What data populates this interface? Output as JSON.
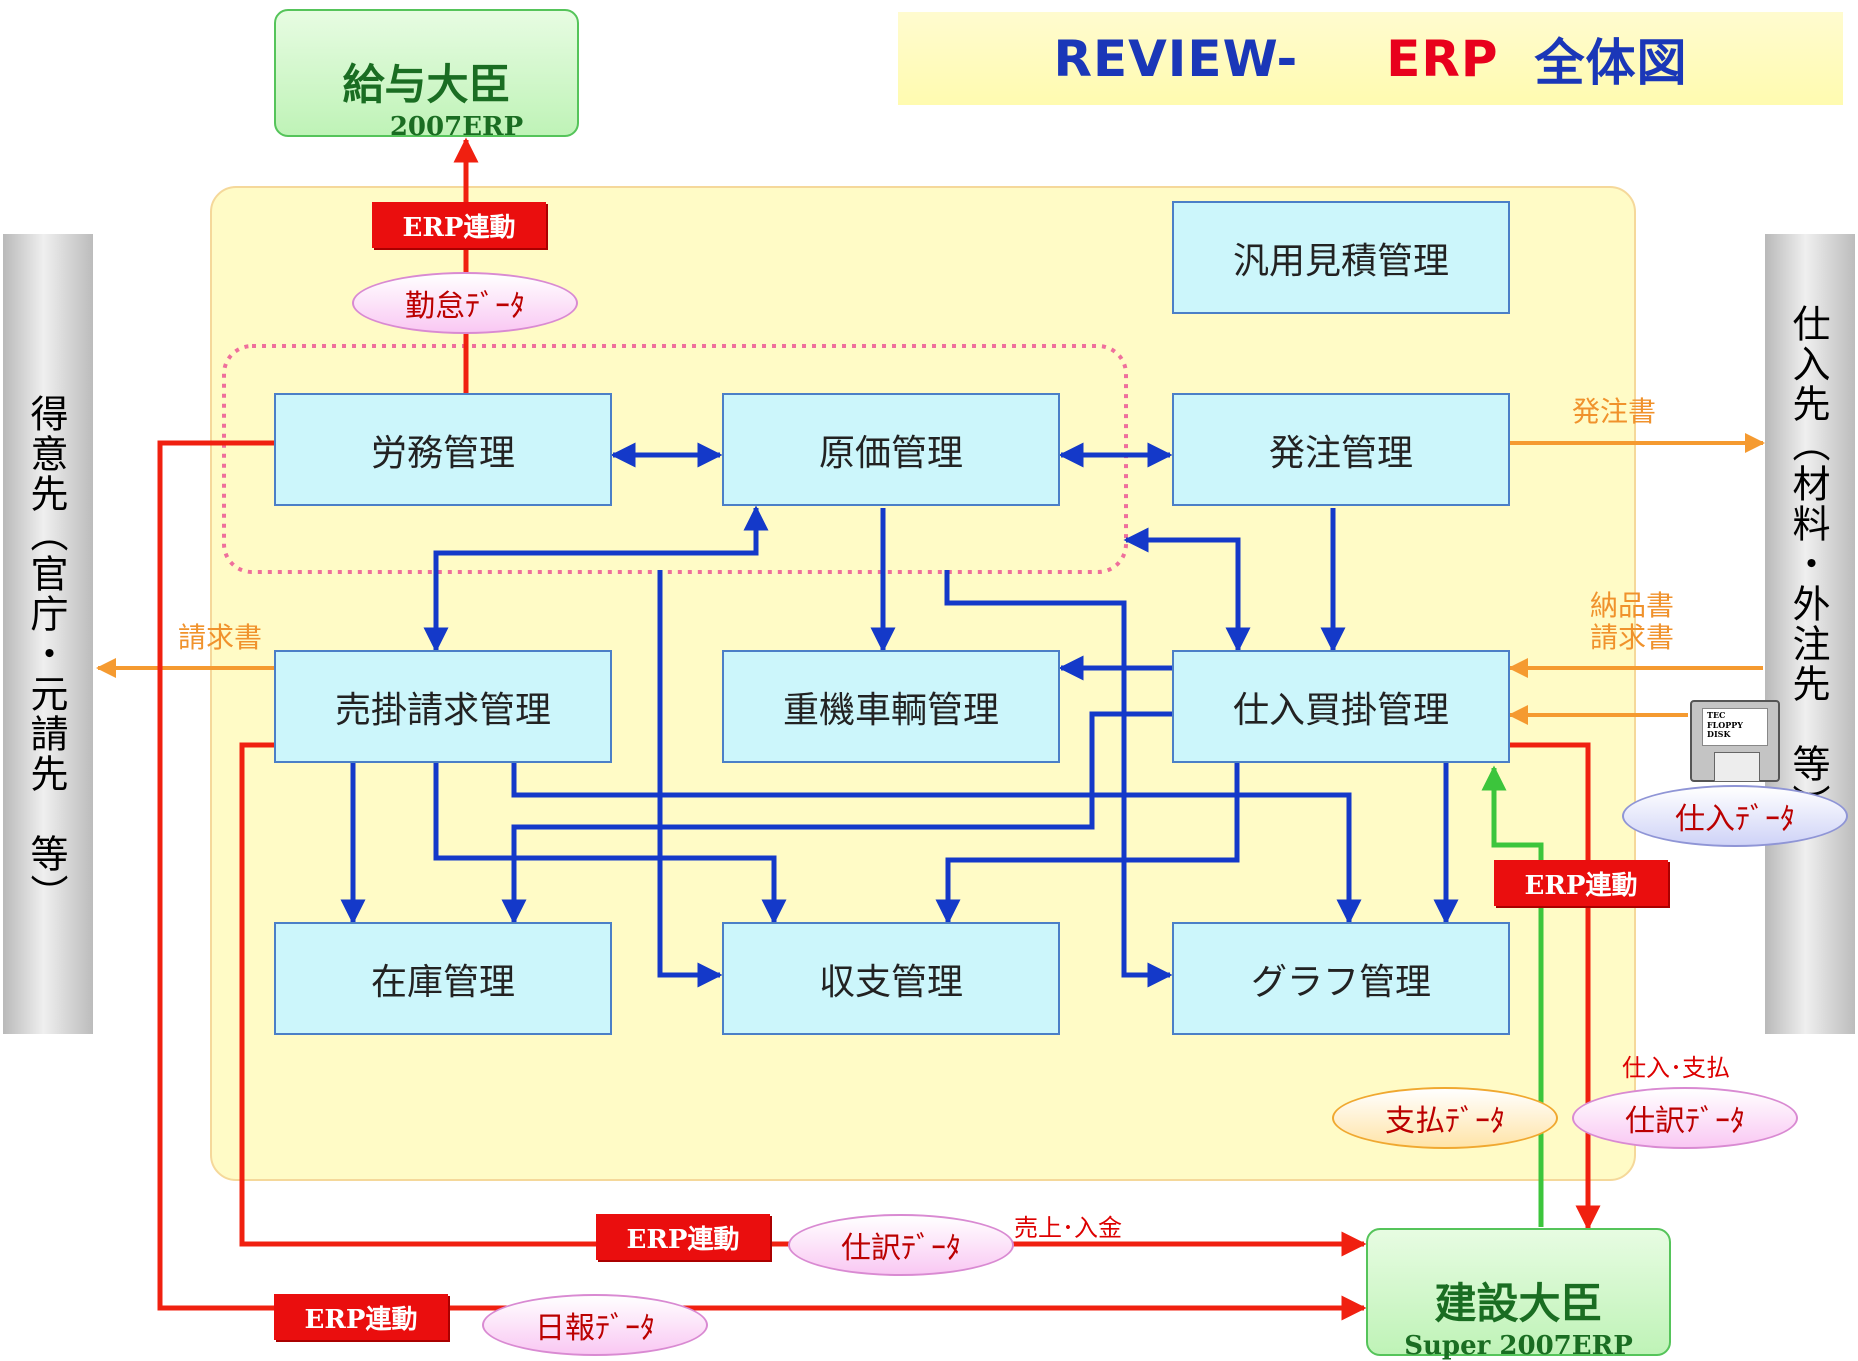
{
  "title": {
    "part1": "REVIEW-",
    "part2": "ERP",
    "part3": "全体図"
  },
  "left_side": "得意先（官庁・元請先　等）",
  "right_side": "仕入先（材料・外注先　等）",
  "systems": {
    "kyuyo": {
      "name": "給与大臣",
      "version": "2007ERP"
    },
    "kensetsu": {
      "name": "建設大臣",
      "version": "Super 2007ERP"
    }
  },
  "modules": {
    "hanyo": "汎用見積管理",
    "romu": "労務管理",
    "genka": "原価管理",
    "hatchu": "発注管理",
    "urikake": "売掛請求管理",
    "juki": "重機車輌管理",
    "shiire": "仕入買掛管理",
    "zaiko": "在庫管理",
    "shushi": "収支管理",
    "graph": "グラフ管理"
  },
  "erp_label": "ERP連動",
  "data_ovals": {
    "kintai": "勤怠ﾃﾞｰﾀ",
    "shiire": "仕入ﾃﾞｰﾀ",
    "shiharai": "支払ﾃﾞｰﾀ",
    "shiwake_right": "仕訳ﾃﾞｰﾀ",
    "shiwake_bottom": "仕訳ﾃﾞｰﾀ",
    "nippo": "日報ﾃﾞｰﾀ"
  },
  "labels": {
    "hatchusho": "発注書",
    "nohin": "納品書",
    "seikyu_right": "請求書",
    "seikyu_left": "請求書",
    "shiire_shiharai": "仕入･支払",
    "uriage_nyukin": "売上･入金"
  },
  "floppy": {
    "line1": "TEC",
    "line2": "FLOPPY DISK"
  },
  "colors": {
    "module_fill": "#ccf6fb",
    "module_border": "#4b7fc7",
    "blue_arrow": "#1439c9",
    "red_arrow": "#f02010",
    "orange_arrow": "#f59a30",
    "green_arrow": "#3cc53c"
  }
}
